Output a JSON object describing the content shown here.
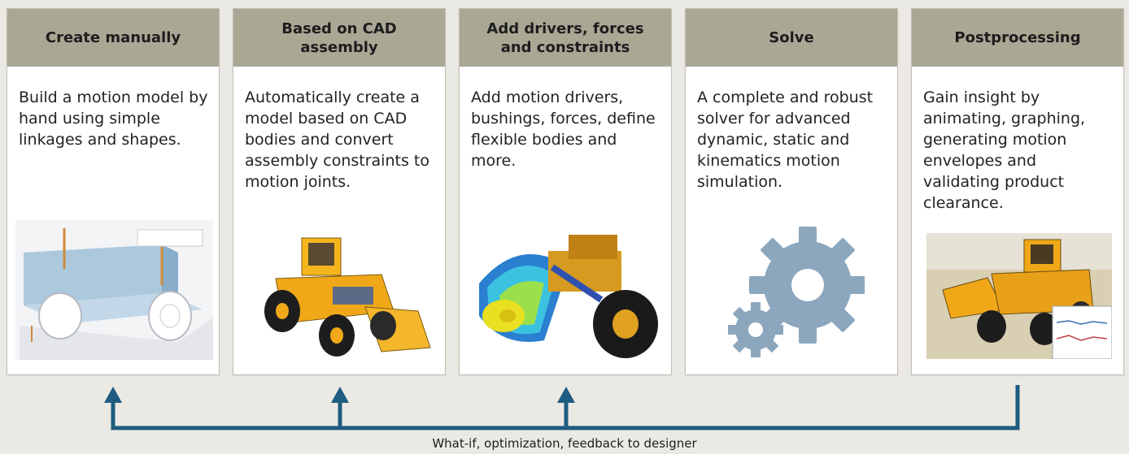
{
  "panels": [
    {
      "title": "Create manually",
      "body": "Build a motion model by hand using simple linkages and shapes.",
      "image": "truck-bed-linkage-model"
    },
    {
      "title": "Based on CAD assembly",
      "body": "Automatically create a model based on CAD bodies and convert assembly constraints to motion joints.",
      "image": "wheel-loader-cad"
    },
    {
      "title": "Add drivers, forces and constraints",
      "body": "Add motion drivers, bushings, forces, define flexible bodies and more.",
      "image": "flexible-body-stress-plot"
    },
    {
      "title": "Solve",
      "body": "A complete and robust solver for advanced dynamic, static and kinematics motion simulation.",
      "image": "gears-icon"
    },
    {
      "title": "Postprocessing",
      "body": "Gain insight by animating, graphing, generating motion envelopes and validating product clearance.",
      "image": "loader-animation-with-graph"
    }
  ],
  "feedback": {
    "caption": "What-if, optimization, feedback to designer"
  },
  "colors": {
    "header": "#aaa795",
    "arrow": "#1e5c80",
    "background": "#ebe9e3",
    "gear": "#8ca7bd"
  }
}
